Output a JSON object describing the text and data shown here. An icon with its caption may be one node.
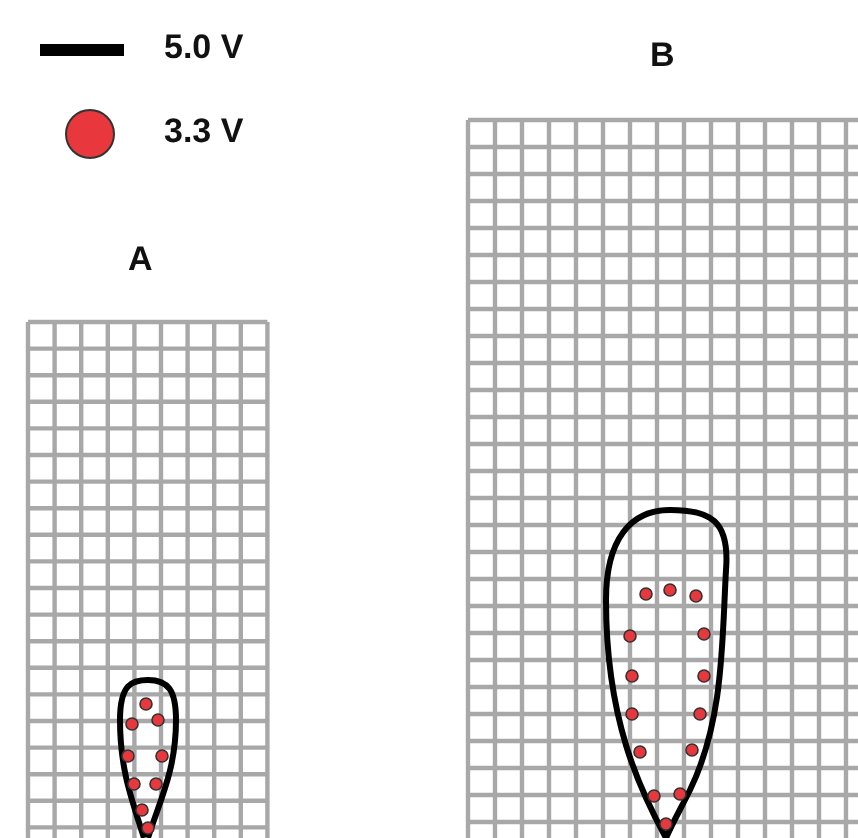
{
  "diagram": {
    "labels": [
      "A",
      "B"
    ],
    "legend": [
      {
        "text": "5.0 V"
      },
      {
        "text": "3.3 V",
        "color": "#e8383d"
      }
    ]
  }
}
